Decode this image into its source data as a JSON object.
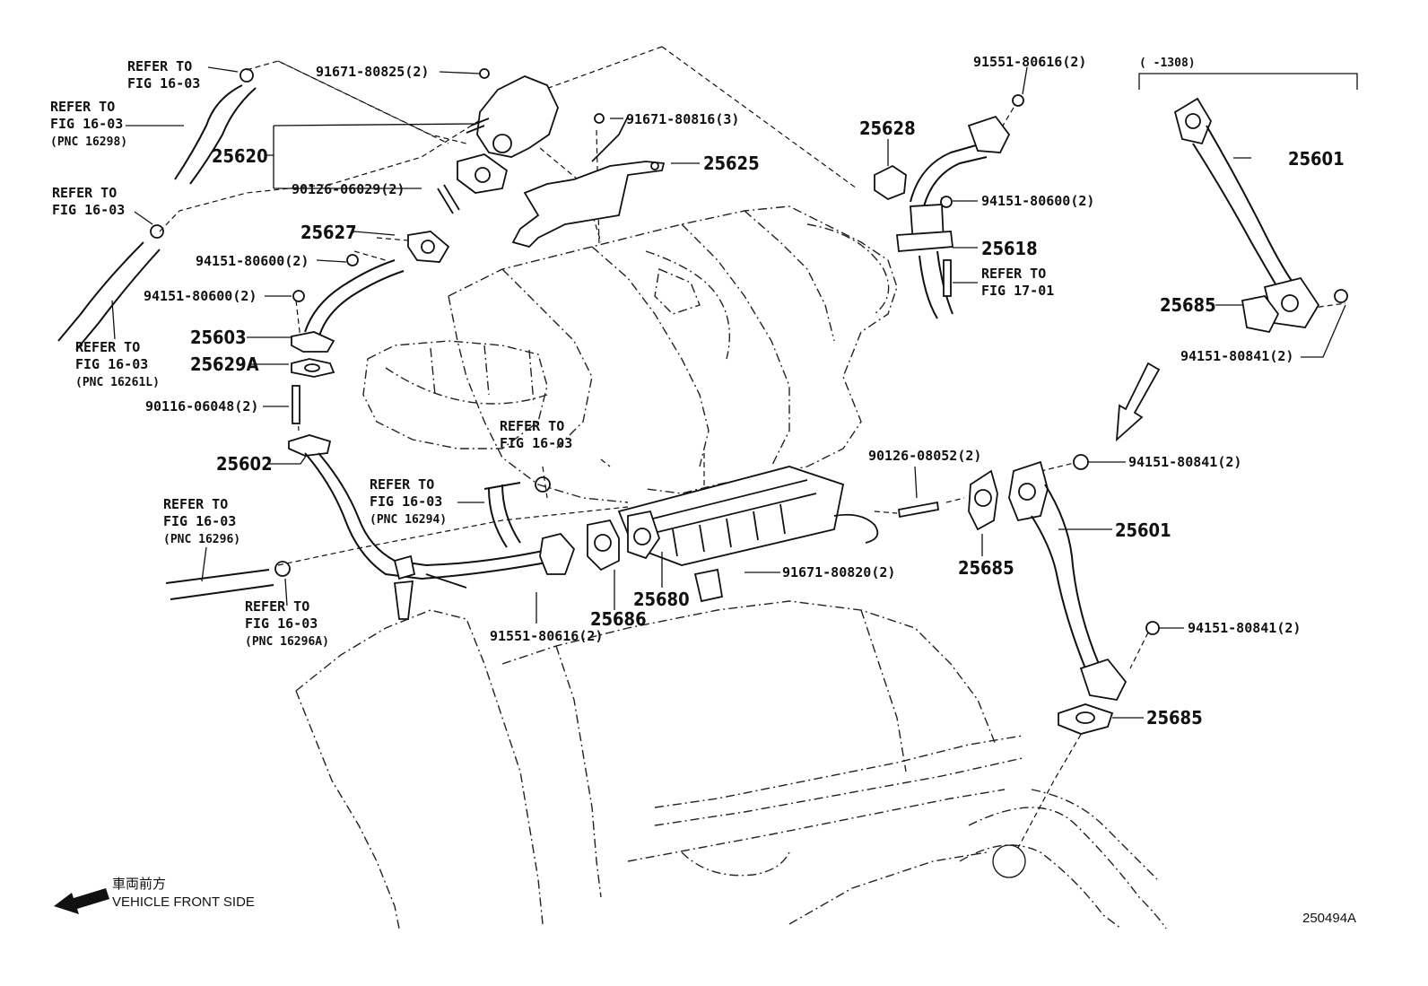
{
  "labels": {
    "refer_1603_a": [
      "REFER TO",
      "FIG 16-03"
    ],
    "refer_1603_b": [
      "REFER TO",
      "FIG 16-03",
      "(PNC 16298)"
    ],
    "refer_1603_c": [
      "REFER TO",
      "FIG 16-03"
    ],
    "refer_1603_d": [
      "REFER TO",
      "FIG 16-03",
      "(PNC 16261L)"
    ],
    "refer_1603_e": [
      "REFER TO",
      "FIG 16-03"
    ],
    "refer_1603_f": [
      "REFER TO",
      "FIG 16-03",
      "(PNC 16294)"
    ],
    "refer_1603_g": [
      "REFER TO",
      "FIG 16-03",
      "(PNC 16296)"
    ],
    "refer_1603_h": [
      "REFER TO",
      "FIG 16-03",
      "(PNC 16296A)"
    ],
    "refer_1701": [
      "REFER TO",
      "FIG 17-01"
    ],
    "date_range": "(      -1308)"
  },
  "parts": {
    "p91671_80825": "91671-80825(2)",
    "p25620": "25620",
    "p90126_06029": "90126-06029(2)",
    "p91671_80816": "91671-80816(3)",
    "p25625": "25625",
    "p25627": "25627",
    "p94151_80600_a": "94151-80600(2)",
    "p94151_80600_b": "94151-80600(2)",
    "p25603": "25603",
    "p25629A": "25629A",
    "p90116_06048": "90116-06048(2)",
    "p25602": "25602",
    "p91551_80616_a": "91551-80616(2)",
    "p25628": "25628",
    "p94151_80600_c": "94151-80600(2)",
    "p25618": "25618",
    "p25601_a": "25601",
    "p25685_a": "25685",
    "p94151_80841_a": "94151-80841(2)",
    "p90126_08052": "90126-08052(2)",
    "p94151_80841_b": "94151-80841(2)",
    "p25685_b": "25685",
    "p25601_b": "25601",
    "p91671_80820": "91671-80820(2)",
    "p25680": "25680",
    "p25686": "25686",
    "p91551_80616_b": "91551-80616(2)",
    "p94151_80841_c": "94151-80841(2)",
    "p25685_c": "25685"
  },
  "footer": {
    "front_jp": "車両前方",
    "front_en": "VEHICLE FRONT SIDE",
    "figure_id": "250494A"
  },
  "icons": {
    "front_arrow": "front-direction-arrow-icon",
    "view_arrow": "view-direction-arrow-icon"
  }
}
